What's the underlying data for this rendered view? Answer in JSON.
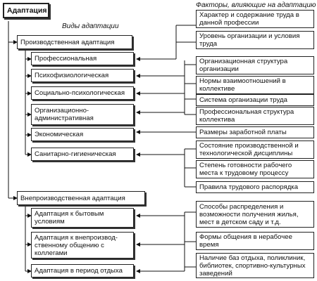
{
  "root": "Адаптация",
  "headers": {
    "types": "Виды адаптации",
    "factors": "Факторы, влияющие на адаптацию"
  },
  "production": {
    "title": "Производственная адаптация",
    "items": [
      "Профессиональная",
      "Психофизиологическая",
      "Социально-психологическая",
      "Организационно-административная",
      "Экономическая",
      "Санитарно-гигиеническая"
    ]
  },
  "nonproduction": {
    "title": "Внепроизводственная адаптация",
    "items": [
      "Адаптация к бытовым условиям",
      "Адаптация к внепроизвод-ственному общению с коллегами",
      "Адаптация в период отдыха"
    ]
  },
  "factors": [
    "Характер и содержание труда в данной профессии",
    "Уровень организации и условия труда",
    "Организационная структура организации",
    "Нормы взаимоотношений в коллективе",
    "Система организации труда",
    "Профессиональная структура коллектива",
    "Размеры заработной платы",
    "Состояние производственной и технологической дисциплины",
    "Степень готовности рабочего места к трудовому процессу",
    "Правила трудового распорядка",
    "Способы распределения и возможности получения жилья, мест в детском саду и т.д.",
    "Формы общения в нерабочее время",
    "Наличие баз отдыха, поликлиник, библиотек, спортивно-культурных заведений"
  ]
}
